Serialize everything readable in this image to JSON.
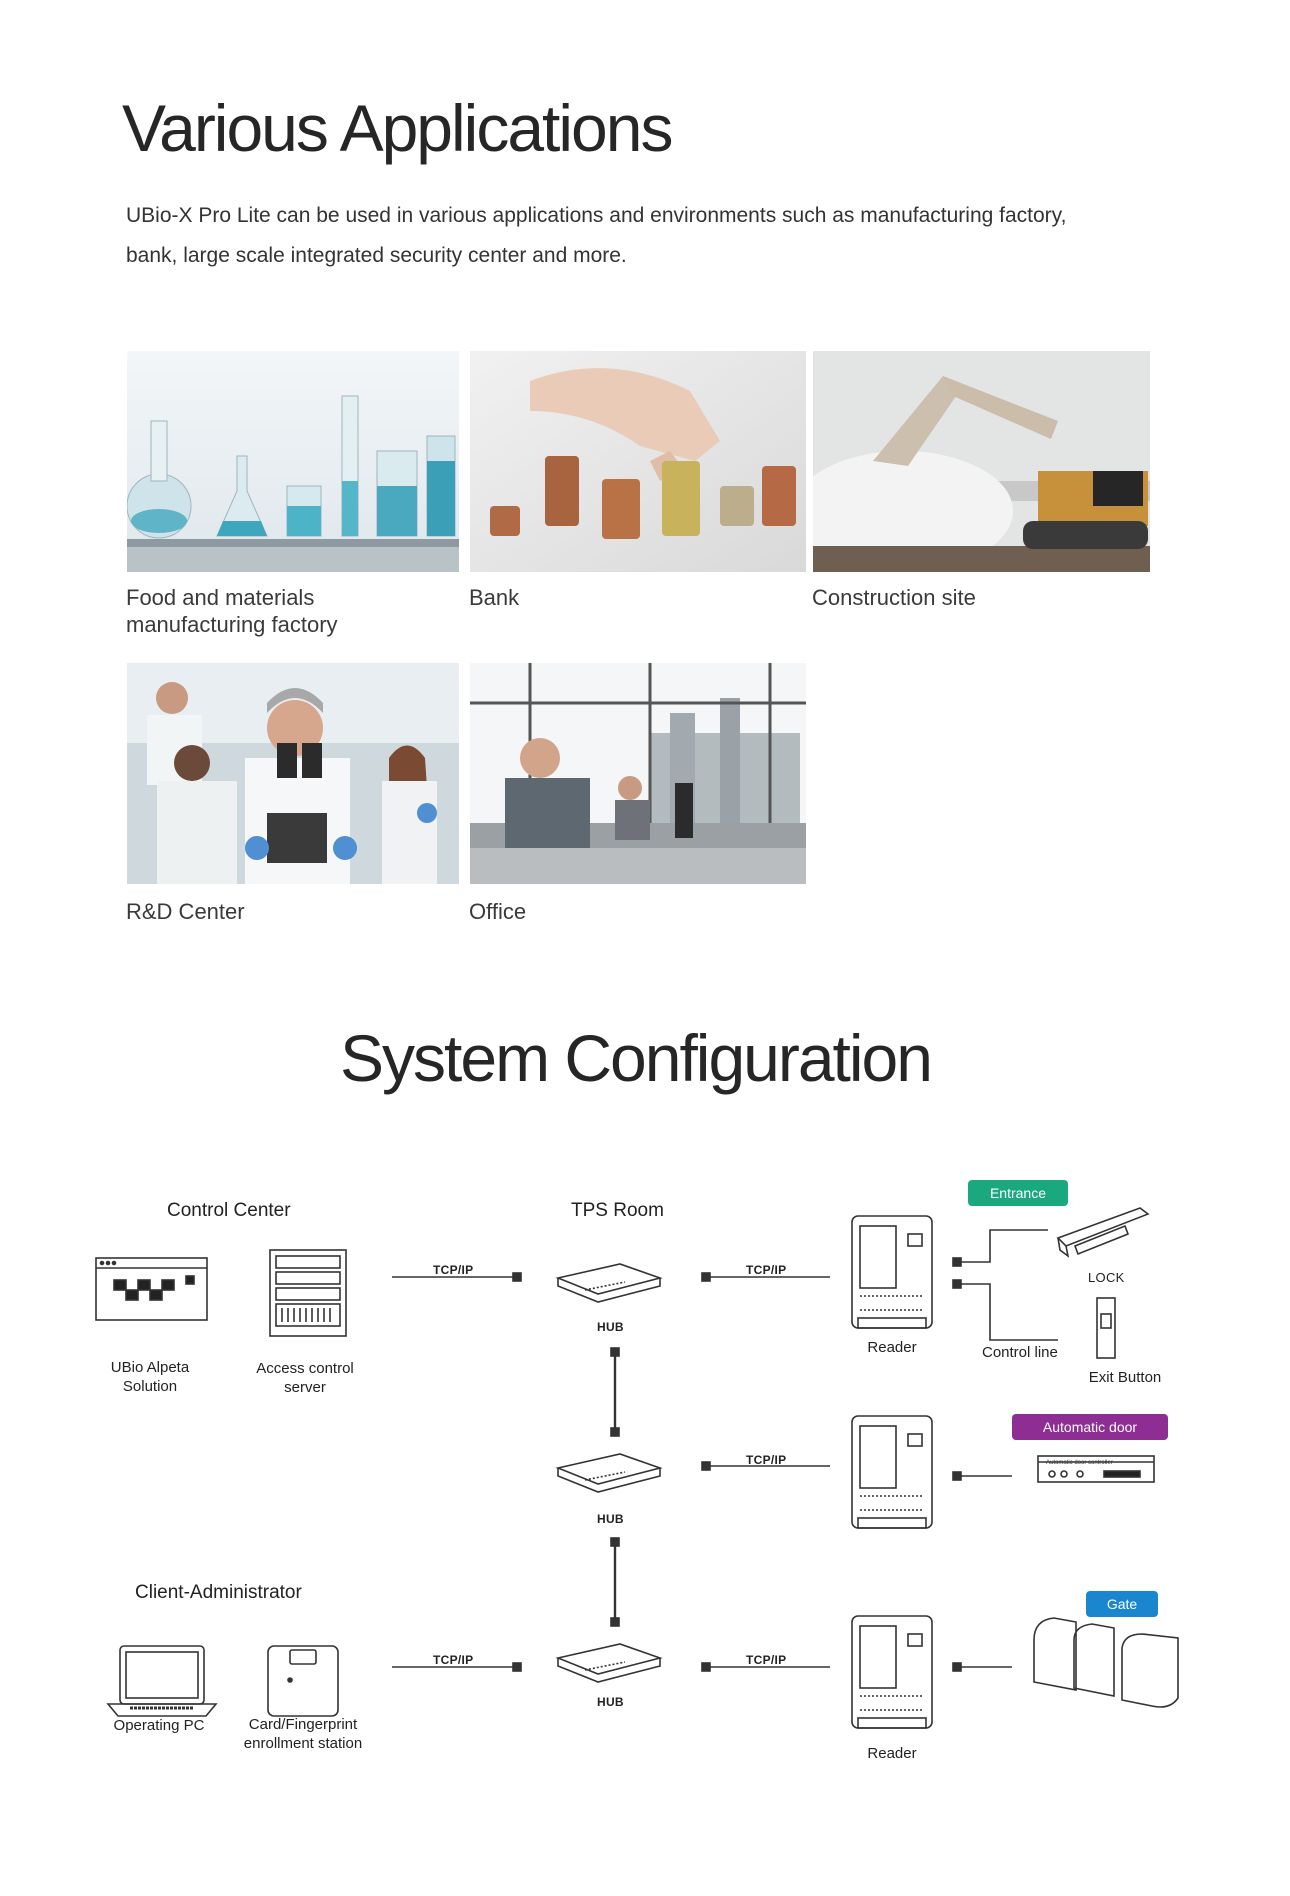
{
  "applications": {
    "title": "Various Applications",
    "intro_line1": "UBio-X Pro Lite can be used in various applications and environments such as manufacturing factory,",
    "intro_line2": "bank, large scale integrated security center and more.",
    "items": [
      {
        "caption_line1": "Food and materials",
        "caption_line2": "manufacturing factory"
      },
      {
        "caption_line1": "Bank"
      },
      {
        "caption_line1": "Construction site"
      },
      {
        "caption_line1": "R&D Center"
      },
      {
        "caption_line1": "Office"
      }
    ]
  },
  "system": {
    "title": "System Configuration",
    "control_center": "Control Center",
    "tps_room": "TPS Room",
    "client_admin": "Client-Administrator",
    "ubio_alpeta_line1": "UBio Alpeta",
    "ubio_alpeta_line2": "Solution",
    "access_server_line1": "Access control",
    "access_server_line2": "server",
    "operating_pc": "Operating PC",
    "enrollment_line1": "Card/Fingerprint",
    "enrollment_line2": "enrollment station",
    "tcpip": "TCP/IP",
    "hub": "HUB",
    "reader": "Reader",
    "control_line": "Control line",
    "lock": "LOCK",
    "exit_button": "Exit Button",
    "entrance": "Entrance",
    "automatic_door": "Automatic door",
    "gate": "Gate",
    "door_controller_text": "Automatic door controller",
    "colors": {
      "entrance": "#1aa87e",
      "automatic_door": "#8e2d93",
      "gate": "#1a86cf"
    }
  }
}
